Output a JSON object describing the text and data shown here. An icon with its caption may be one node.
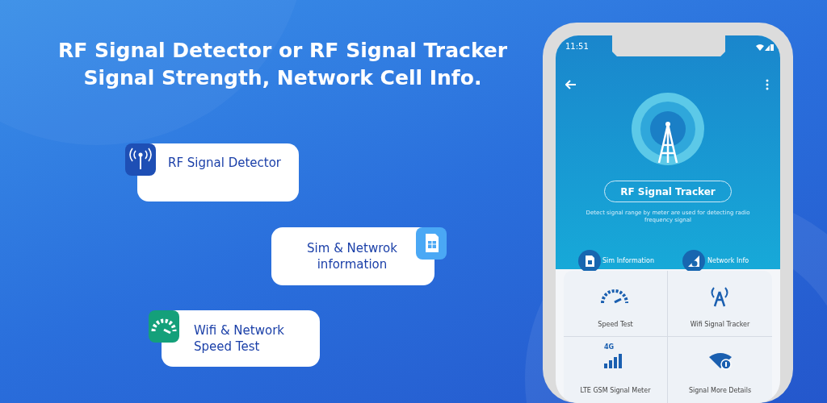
{
  "diagram": {
    "title": "RF Signal Detector or RF Signal Tracker Signal Strength, Network Cell Info.",
    "nodes": [
      {
        "text": [
          "RF Signal Detector"
        ]
      },
      {
        "text": [
          "Sim & Netwrok information"
        ]
      },
      {
        "text": [
          "Wifi & Network Speed Test"
        ]
      },
      {
        "text": [
          "RF Signal Tracker"
        ]
      },
      {
        "text": [
          "Speed Test"
        ]
      },
      {
        "text": [
          "Wifi Signal Tracker"
        ]
      },
      {
        "text": [
          "LTE GSM Signal Meter"
        ]
      },
      {
        "text": [
          "Signal More Details"
        ]
      }
    ],
    "labels": [
      "11:51",
      "Detect signal range by meter are used for detecting radio frequency signal",
      "Sim Information",
      "Network Info",
      "4G"
    ]
  }
}
